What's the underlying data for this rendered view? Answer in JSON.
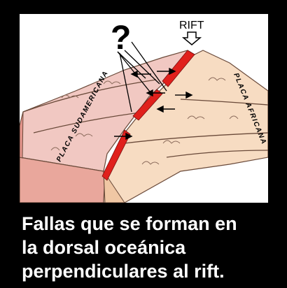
{
  "diagram": {
    "question_mark": "?",
    "rift_label": "RIFT",
    "left_plate_label": "PLACA SUDAMERICANA",
    "right_plate_label": "PLACA AFRICANA",
    "colors": {
      "background": "#000000",
      "panel": "#ffffff",
      "left_plate": "#f1c8c2",
      "right_plate": "#f7dcc2",
      "fault": "#e0201c",
      "outline": "#6a4a3a"
    }
  },
  "caption": {
    "line1": "Fallas que se forman en",
    "line2": "la dorsal oceánica",
    "line3": "perpendiculares al rift."
  }
}
